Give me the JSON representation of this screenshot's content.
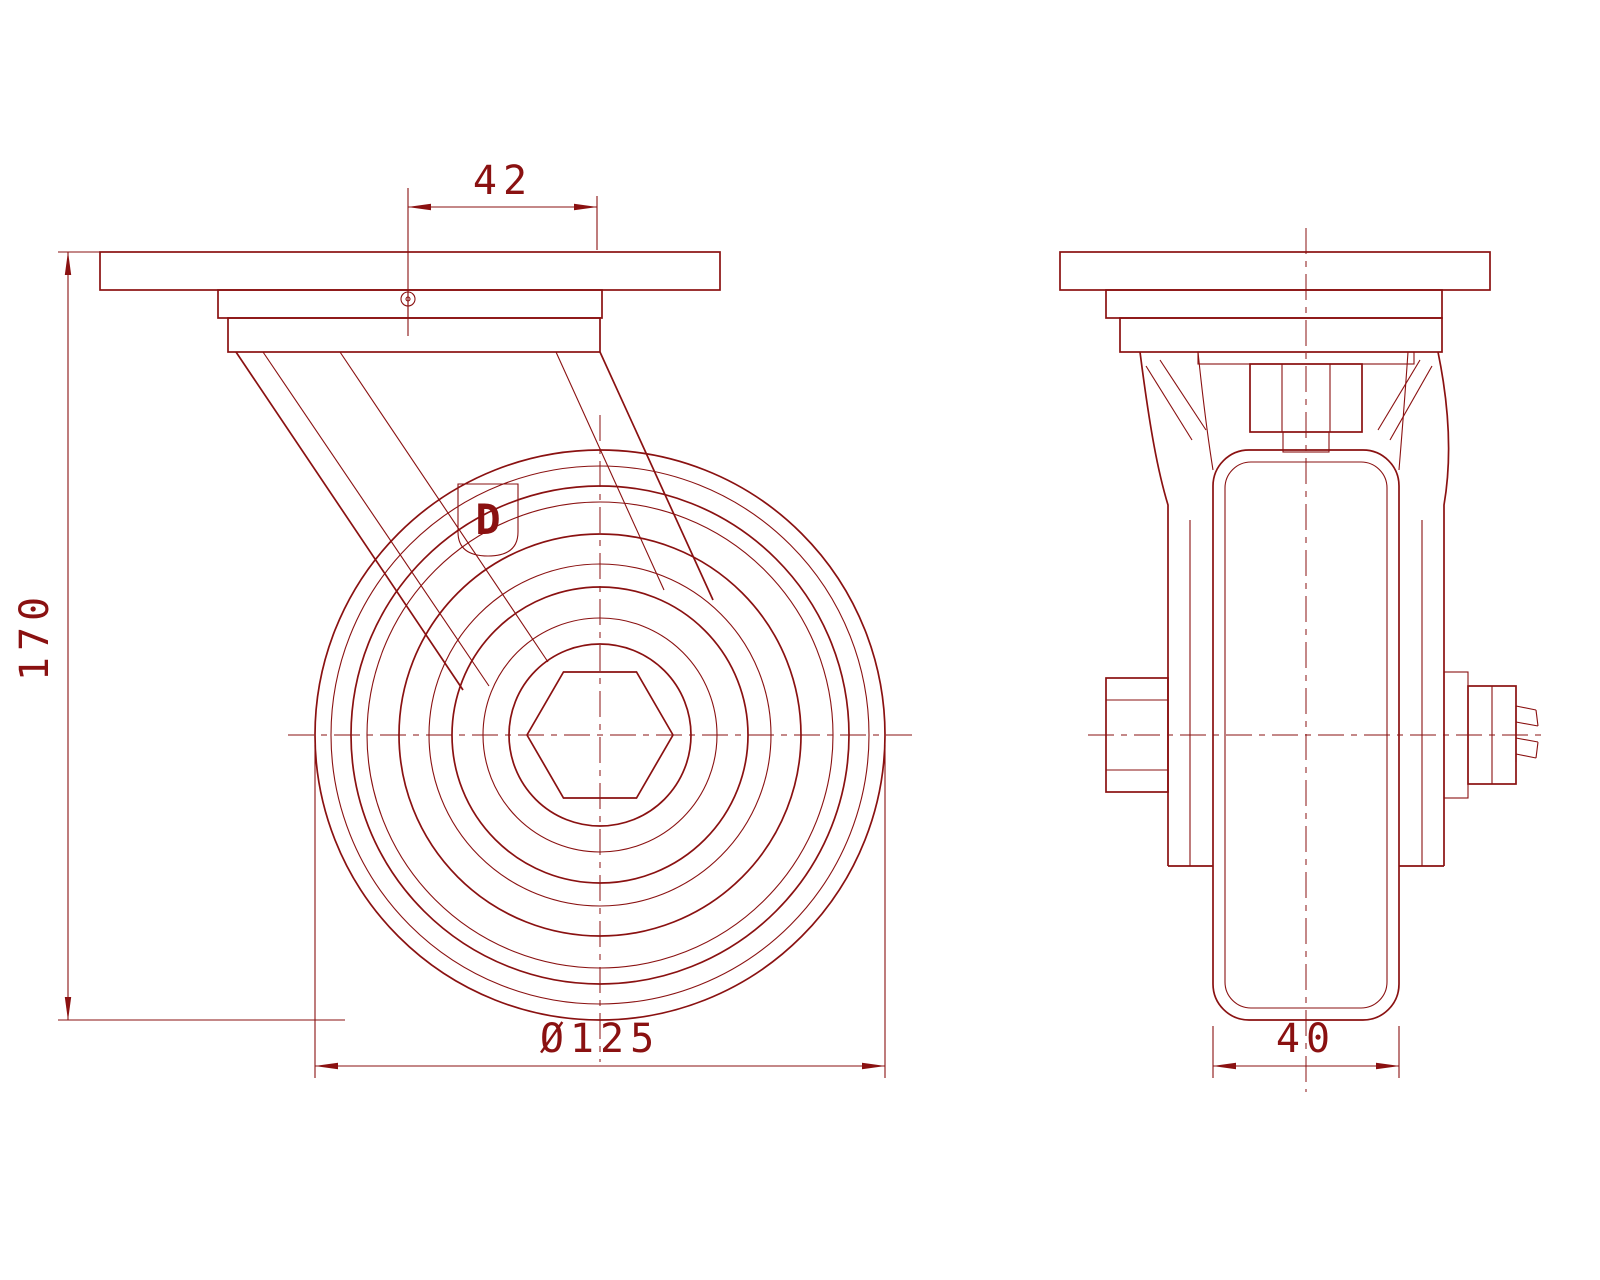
{
  "drawing": {
    "dimensions": {
      "plate_offset": "42",
      "overall_height": "170",
      "wheel_diameter": "Ø125",
      "wheel_width": "40"
    },
    "logo_letter": "D",
    "colors": {
      "line": "#8a1111",
      "background": "#ffffff"
    }
  }
}
